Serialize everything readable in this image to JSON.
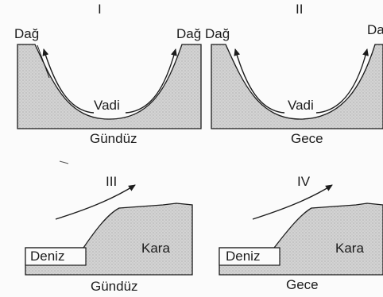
{
  "panels": [
    {
      "numeral": "I",
      "left_label": "Dağ",
      "right_label": "Dağ",
      "center_label": "Vadi",
      "caption": "Gündüz",
      "arrow_direction": "up-slope"
    },
    {
      "numeral": "II",
      "left_label": "Dağ",
      "right_label": "Da",
      "center_label": "Vadi",
      "caption": "Gece",
      "arrow_direction": "up-slope"
    },
    {
      "numeral": "III",
      "sea_label": "Deniz",
      "land_label": "Kara",
      "caption": "Gündüz",
      "arrow_direction": "up-right"
    },
    {
      "numeral": "IV",
      "sea_label": "Deniz",
      "land_label": "Kara",
      "caption": "Gece",
      "arrow_direction": "up-right"
    }
  ],
  "colors": {
    "terrain_fill": "#d3d3d3",
    "line": "#1c1c1c",
    "background": "#fbfbfb"
  }
}
